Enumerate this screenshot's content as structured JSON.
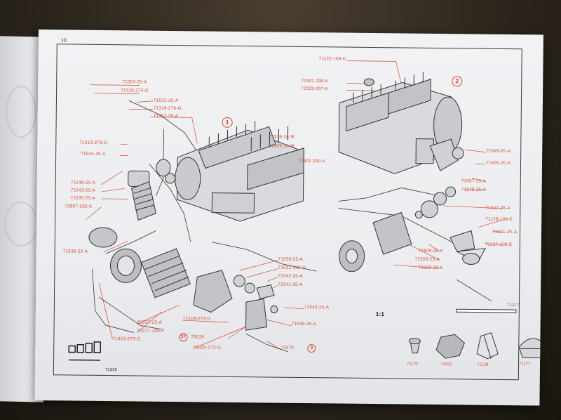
{
  "page_number": "10",
  "scale_label": "1:1",
  "accent_color": "#d6492e",
  "assembly_numbers": [
    "1",
    "2"
  ],
  "callouts": {
    "a1": "71554-25-A",
    "a2": "71319-273-G",
    "a3": "71552-25-A",
    "a4": "71319-279-G",
    "a5": "71552-25-A",
    "a6": "71319-273-G",
    "a7": "71545-25-A",
    "a8": "71548-25-A",
    "a9": "71543-25-A",
    "a10": "71535-25-A",
    "a11": "72907-292-K",
    "a12": "71536-25-A",
    "a13": "71528-16-M",
    "a14": "71529-16-M",
    "a15": "72301-290-K",
    "a16": "71538-25-A",
    "a17": "71022-108-D",
    "a18": "71542-25-A",
    "a19": "71541-25-A",
    "a20": "71540-25-A",
    "a21": "71539-25-A",
    "a22": "71537-25-A",
    "a23": "71217-108-F",
    "a24": "71319-273-G",
    "a25": "71319-273-G",
    "a26": "73518",
    "a27": "73320-273-G",
    "a28": "71575",
    "b1": "71122-108-K",
    "b2": "72301-290-K",
    "b3": "72323-297-K",
    "b4": "71549-25-A",
    "b5": "71605-20-K",
    "b6": "71567-25-A",
    "b7": "71548-25-A",
    "b8": "71547-25-A",
    "b9": "71128-108-E",
    "b10": "71551-25-A",
    "b11": "71127-108-E",
    "b12": "71606-20-K",
    "b13": "71550-25-A",
    "b14": "71605-20-K",
    "b15": "71217"
  },
  "bubbles": {
    "c37": "37",
    "c9": "9"
  },
  "corner_code": "71319",
  "bottom_parts": [
    "71122",
    "71022",
    "71128",
    "71127"
  ]
}
